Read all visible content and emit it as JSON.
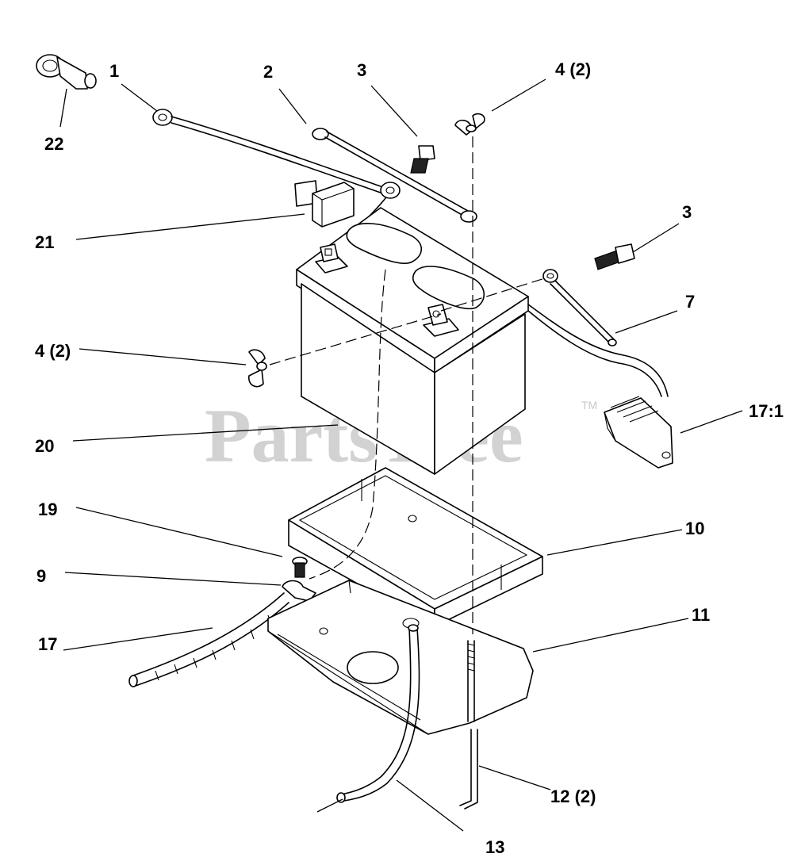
{
  "watermark": {
    "text": "PartsTree",
    "tm": "TM"
  },
  "callouts": {
    "c1": "1",
    "c2": "2",
    "c3a": "3",
    "c4a": "4 (2)",
    "c22": "22",
    "c21": "21",
    "c3b": "3",
    "c7": "7",
    "c4b": "4 (2)",
    "c17_1": "17:1",
    "c20": "20",
    "c19": "19",
    "c10": "10",
    "c9": "9",
    "c11": "11",
    "c17": "17",
    "c12": "12 (2)",
    "c13": "13"
  }
}
